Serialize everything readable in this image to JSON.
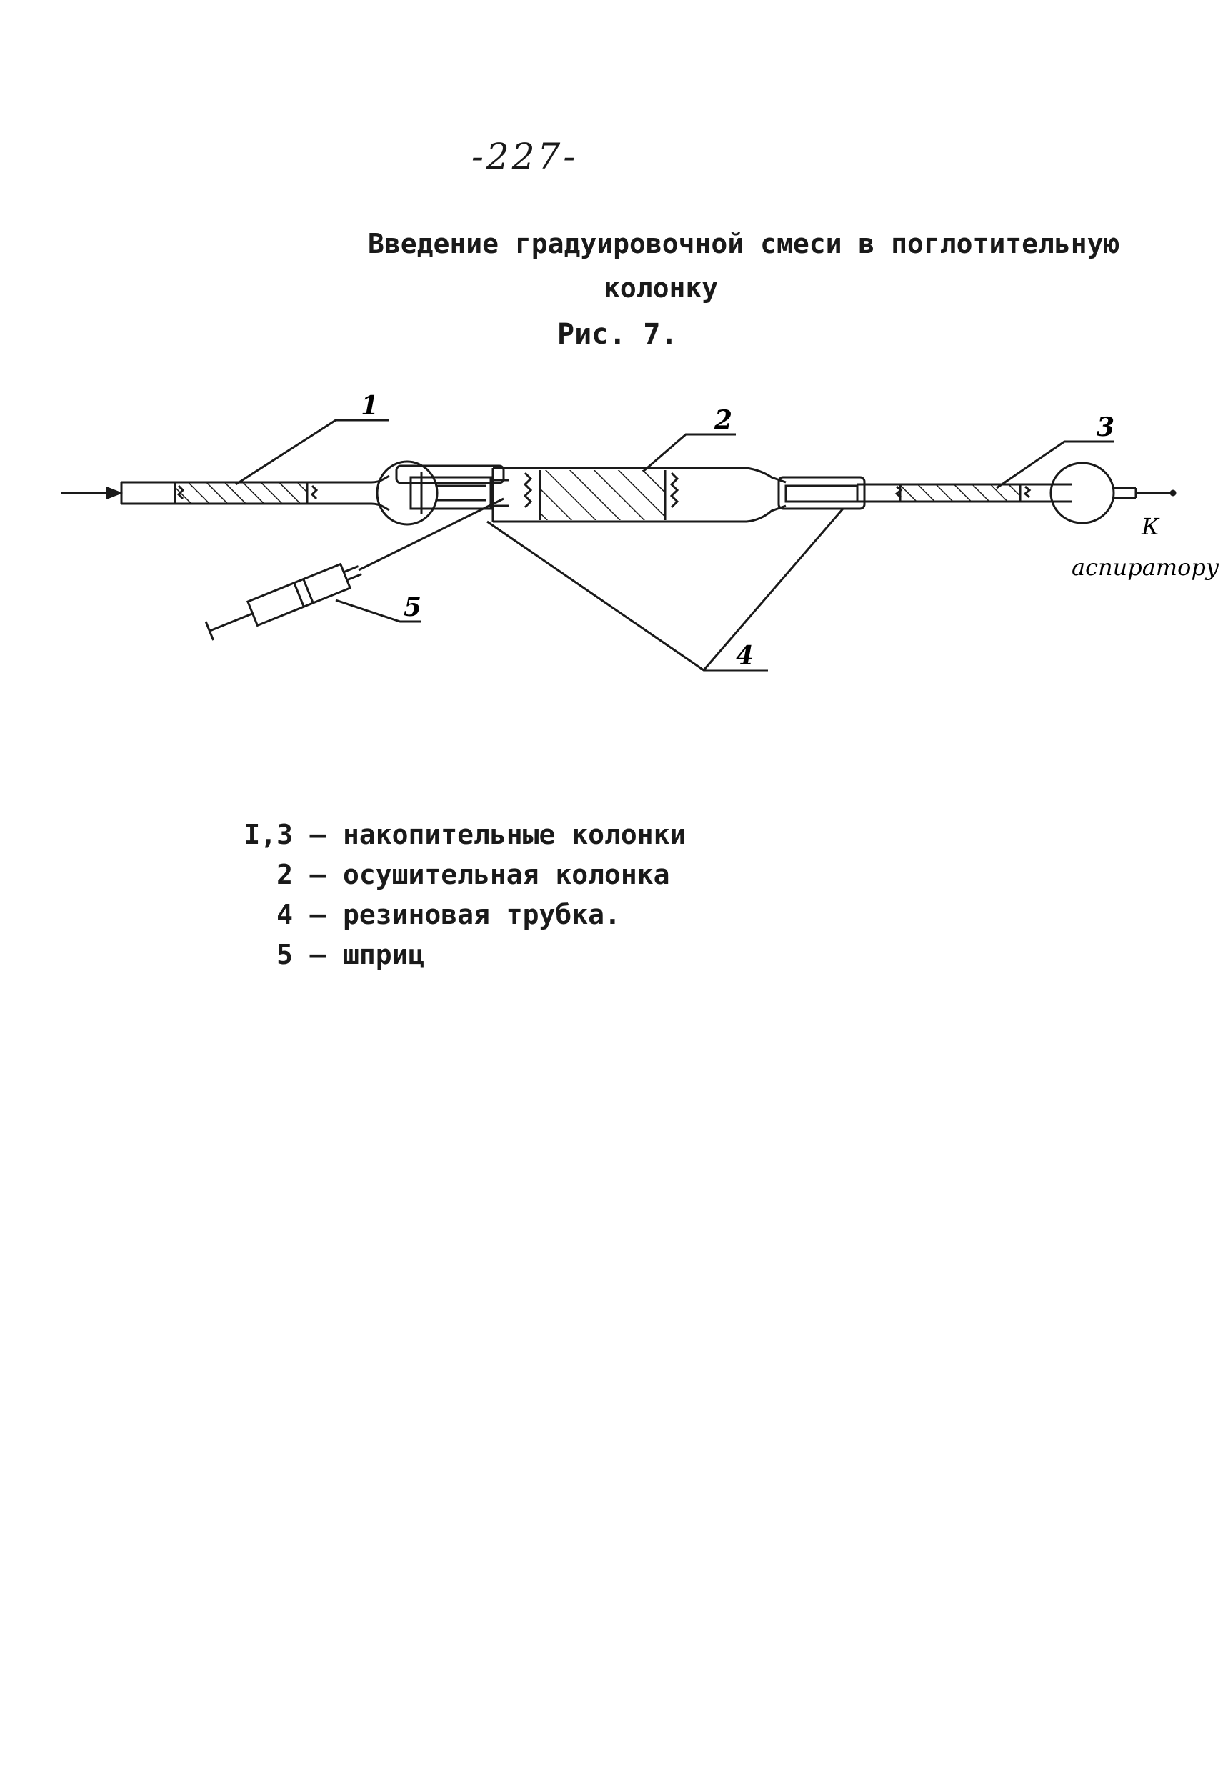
{
  "page": {
    "number": "-227-",
    "title_line1": "Введение градуировочной смеси в поглотительную",
    "title_line2": "колонку",
    "figure_caption": "Рис. 7."
  },
  "diagram": {
    "labels": {
      "one": "1",
      "two": "2",
      "three": "3",
      "four": "4",
      "five": "5"
    },
    "destination_line1": "К",
    "destination_line2": "аспиратору"
  },
  "legend": {
    "items": [
      {
        "key": "I,3",
        "text": "накопительные колонки"
      },
      {
        "key": "2",
        "text": "осушительная колонка"
      },
      {
        "key": "4",
        "text": "резиновая трубка."
      },
      {
        "key": "5",
        "text": "шприц"
      }
    ]
  },
  "colors": {
    "ink": "#1a1a1a",
    "paper": "#ffffff"
  }
}
